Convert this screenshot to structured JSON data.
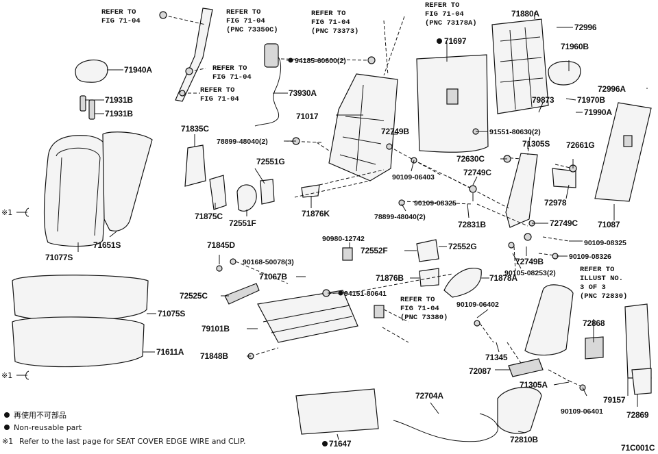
{
  "figure_code": "71C001C",
  "legend": {
    "jp_label": "再使用不可部品",
    "non_reusable": "Non-reusable part",
    "note_mark": "※1",
    "note_text": "Refer to the last page for SEAT COVER EDGE WIRE and CLIP."
  },
  "side_markers": [
    "※1",
    "※1"
  ],
  "labels": [
    {
      "id": "71940A",
      "text": "71940A"
    },
    {
      "id": "71931B-a",
      "text": "71931B"
    },
    {
      "id": "71931B-b",
      "text": "71931B"
    },
    {
      "id": "71835C",
      "text": "71835C"
    },
    {
      "id": "73930A",
      "text": "73930A"
    },
    {
      "id": "71017",
      "text": "71017"
    },
    {
      "id": "78899-48040-a",
      "text": "78899-48040(2)"
    },
    {
      "id": "72551G",
      "text": "72551G"
    },
    {
      "id": "71875C",
      "text": "71875C"
    },
    {
      "id": "72551F",
      "text": "72551F"
    },
    {
      "id": "71876K",
      "text": "71876K"
    },
    {
      "id": "71077S",
      "text": "71077S"
    },
    {
      "id": "71651S",
      "text": "71651S"
    },
    {
      "id": "71075S",
      "text": "71075S"
    },
    {
      "id": "71611A",
      "text": "71611A"
    },
    {
      "id": "71845D",
      "text": "71845D"
    },
    {
      "id": "90168-50078",
      "text": "90168-50078(3)"
    },
    {
      "id": "72525C",
      "text": "72525C"
    },
    {
      "id": "71067B",
      "text": "71067B"
    },
    {
      "id": "79101B",
      "text": "79101B"
    },
    {
      "id": "71848B",
      "text": "71848B"
    },
    {
      "id": "90980-12742",
      "text": "90980-12742"
    },
    {
      "id": "94151-80641",
      "text": "94151-80641"
    },
    {
      "id": "72552F",
      "text": "72552F"
    },
    {
      "id": "72552G",
      "text": "72552G"
    },
    {
      "id": "71876B",
      "text": "71876B"
    },
    {
      "id": "71878A",
      "text": "71878A"
    },
    {
      "id": "71697",
      "text": "71697"
    },
    {
      "id": "94185-60600",
      "text": "94185-60600(2)"
    },
    {
      "id": "72749B-a",
      "text": "72749B"
    },
    {
      "id": "90109-06403",
      "text": "90109-06403"
    },
    {
      "id": "90109-08325-a",
      "text": "90109-08325"
    },
    {
      "id": "78899-48040-b",
      "text": "78899-48040(2)"
    },
    {
      "id": "72831B",
      "text": "72831B"
    },
    {
      "id": "72749C-a",
      "text": "72749C"
    },
    {
      "id": "72630C",
      "text": "72630C"
    },
    {
      "id": "91551-80630",
      "text": "91551-80630(2)"
    },
    {
      "id": "71305S",
      "text": "71305S"
    },
    {
      "id": "72661G",
      "text": "72661G"
    },
    {
      "id": "72978",
      "text": "72978"
    },
    {
      "id": "72749C-b",
      "text": "72749C"
    },
    {
      "id": "90109-08325-b",
      "text": "90109-08325"
    },
    {
      "id": "72749B-b",
      "text": "72749B"
    },
    {
      "id": "90109-08326",
      "text": "90109-08326"
    },
    {
      "id": "90105-08253",
      "text": "90105-08253(2)"
    },
    {
      "id": "71880A",
      "text": "71880A"
    },
    {
      "id": "72996",
      "text": "72996"
    },
    {
      "id": "71960B",
      "text": "71960B"
    },
    {
      "id": "72996A",
      "text": "72996A"
    },
    {
      "id": "71970B",
      "text": "71970B"
    },
    {
      "id": "79873",
      "text": "79873"
    },
    {
      "id": "71990A",
      "text": "71990A"
    },
    {
      "id": "71087",
      "text": "71087"
    },
    {
      "id": "90109-06402",
      "text": "90109-06402"
    },
    {
      "id": "71345",
      "text": "71345"
    },
    {
      "id": "72087",
      "text": "72087"
    },
    {
      "id": "71305A",
      "text": "71305A"
    },
    {
      "id": "90109-06401",
      "text": "90109-06401"
    },
    {
      "id": "72868",
      "text": "72868"
    },
    {
      "id": "79157",
      "text": "79157"
    },
    {
      "id": "72869",
      "text": "72869"
    },
    {
      "id": "72704A",
      "text": "72704A"
    },
    {
      "id": "72810B",
      "text": "72810B"
    },
    {
      "id": "71647",
      "text": "71647"
    }
  ],
  "refer_blocks": {
    "r1": [
      "REFER TO",
      "FIG 71-04"
    ],
    "r2": [
      "REFER TO",
      "FIG 71-04",
      "(PNC 73350C)"
    ],
    "r3": [
      "REFER TO",
      "FIG 71-04"
    ],
    "r4": [
      "REFER TO",
      "FIG 71-04"
    ],
    "r5": [
      "REFER TO",
      "FIG 71-04",
      "(PNC 73373)"
    ],
    "r6": [
      "REFER TO",
      "FIG 71-04",
      "(PNC 73178A)"
    ],
    "r7": [
      "REFER TO",
      "FIG 71-04",
      "(PNC 73380)"
    ],
    "r8": [
      "REFER TO",
      "ILLUST NO.",
      "3 OF 3",
      "(PNC 72830)"
    ]
  }
}
